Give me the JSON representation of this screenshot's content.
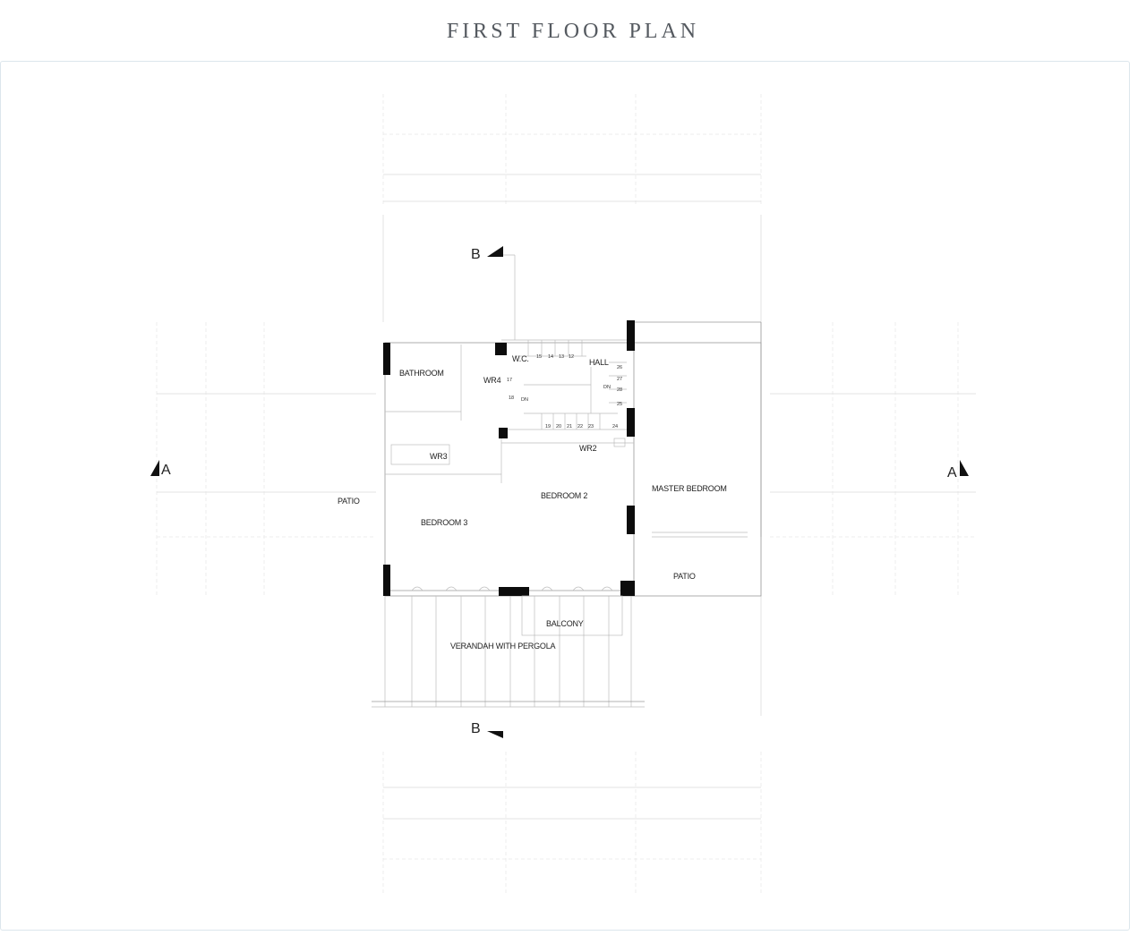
{
  "page": {
    "title": "FIRST FLOOR PLAN"
  },
  "plan": {
    "rooms": {
      "bathroom": "BATHROOM",
      "wr4": "WR4",
      "wc": "W.C.",
      "hall": "HALL",
      "wr3": "WR3",
      "wr2": "WR2",
      "bedroom2": "BEDROOM 2",
      "master_bedroom": "MASTER BEDROOM",
      "bedroom3": "BEDROOM 3",
      "patio_left": "PATIO",
      "patio_right": "PATIO",
      "balcony": "BALCONY",
      "verandah": "VERANDAH WITH PERGOLA"
    },
    "section_markers": {
      "b_top": "B",
      "b_bottom": "B",
      "a_left": "A",
      "a_right": "A"
    },
    "stair_numbers": {
      "top_row": [
        "15",
        "14",
        "13",
        "12"
      ],
      "right_col": [
        "26",
        "27",
        "28"
      ],
      "bottom_row": [
        "19",
        "20",
        "21",
        "22",
        "23",
        "24"
      ],
      "misc": [
        "17",
        "18",
        "DN",
        "DN",
        "25"
      ]
    }
  }
}
